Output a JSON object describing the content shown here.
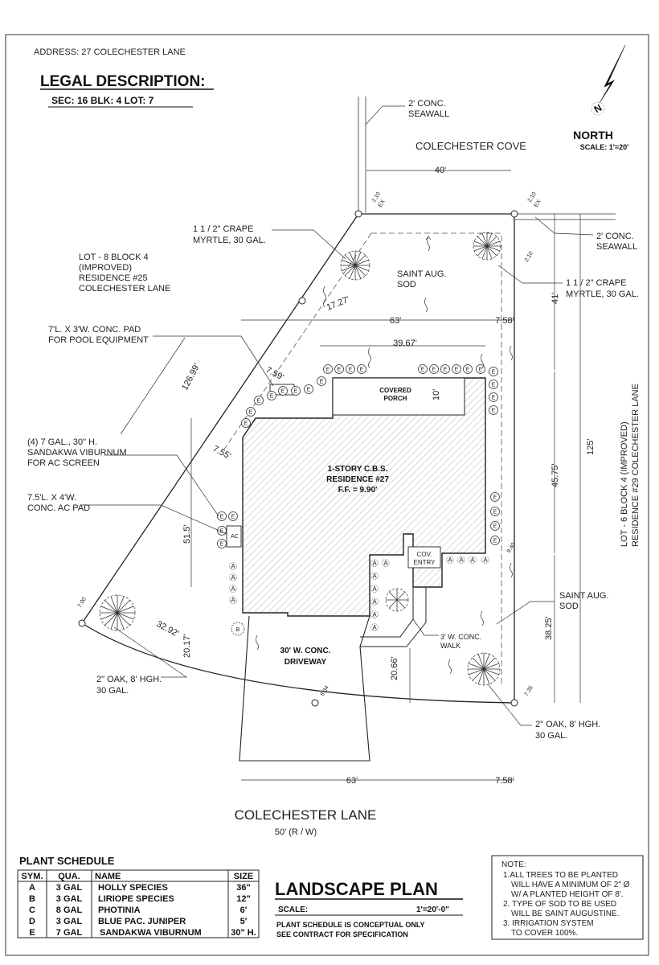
{
  "header": {
    "address": "ADDRESS: 27 COLECHESTER LANE",
    "legal_title": "LEGAL DESCRIPTION:",
    "legal_detail": "SEC: 16  BLK: 4  LOT: 7"
  },
  "north": {
    "label": "NORTH",
    "scale": "SCALE: 1'=20'",
    "letter": "N"
  },
  "streets": {
    "cove": "COLECHESTER COVE",
    "lane": "COLECHESTER LANE",
    "row": "50' (R / W)"
  },
  "callouts": {
    "seawall_top": [
      "2' CONC.",
      "SEAWALL"
    ],
    "seawall_right": [
      "2' CONC.",
      "SEAWALL"
    ],
    "crape_left": [
      "1 1 / 2\" CRAPE",
      "MYRTLE, 30 GAL."
    ],
    "crape_right": [
      "1 1 / 2\" CRAPE",
      "MYRTLE, 30 GAL."
    ],
    "lot8": [
      "LOT - 8 BLOCK 4",
      "(IMPROVED)",
      "RESIDENCE #25",
      "COLECHESTER LANE"
    ],
    "sod_top": [
      "SAINT AUG.",
      "SOD"
    ],
    "pool_pad": [
      "7'L. X 3'W. CONC. PAD",
      "FOR POOL EQUIPMENT"
    ],
    "viburnum": [
      "(4) 7 GAL., 30\" H.",
      "SANDAKWA VIBURNUM",
      "FOR AC SCREEN"
    ],
    "ac_pad": [
      "7.5'L. X 4'W.",
      "CONC. AC PAD"
    ],
    "lot6": [
      "LOT - 6 BLOCK 4 (IMPROVED)",
      "RESIDENCE #29 COLECHESTER LANE"
    ],
    "sod_right": [
      "SAINT AUG.",
      "SOD"
    ],
    "walk": [
      "3' W. CONC.",
      "WALK"
    ],
    "oak_left": [
      "2\" OAK, 8' HGH.",
      "30 GAL."
    ],
    "oak_right": [
      "2\" OAK, 8' HGH.",
      "30 GAL."
    ],
    "driveway": [
      "30' W. CONC.",
      "DRIVEWAY"
    ],
    "porch": [
      "COVERED",
      "PORCH"
    ],
    "entry": [
      "COV.",
      "ENTRY"
    ],
    "residence": [
      "1-STORY C.B.S.",
      "RESIDENCE #27",
      "F.F. = 9.90'"
    ],
    "ac": "AC"
  },
  "dimensions": {
    "d40": "40'",
    "d63_top": "63'",
    "d758_top": "7.58'",
    "d3967": "39.67'",
    "d1727": "17.27'",
    "d759": "7.59'",
    "d10": "10'",
    "d41": "41'",
    "d4575": "45.75'",
    "d125": "125'",
    "d3825": "38.25'",
    "d12699": "126.99'",
    "d755": "7.55'",
    "d515": "51.5'",
    "d3292": "32.92'",
    "d2017": "20.17'",
    "d2066": "20.66'",
    "d63_bot": "63'",
    "d758_bot": "7.58'"
  },
  "elevations": {
    "tl": [
      "2.10",
      "EX"
    ],
    "tr": [
      "2.10",
      "EX"
    ],
    "r1": "2.10",
    "r2": "9.40",
    "br": "7.35",
    "bm": "8.34",
    "bl": "7.00"
  },
  "plant_schedule": {
    "title": "PLANT SCHEDULE",
    "headers": [
      "SYM.",
      "QUA.",
      "NAME",
      "SIZE"
    ],
    "rows": [
      {
        "sym": "A",
        "qua": "3 GAL",
        "name": "HOLLY SPECIES",
        "size": "36\""
      },
      {
        "sym": "B",
        "qua": "3 GAL",
        "name": "LIRIOPE SPECIES",
        "size": "12\""
      },
      {
        "sym": "C",
        "qua": "8 GAL",
        "name": "PHOTINIA",
        "size": "6'"
      },
      {
        "sym": "D",
        "qua": "3 GAL",
        "name": "BLUE PAC. JUNIPER",
        "size": "5'"
      },
      {
        "sym": "E",
        "qua": "7 GAL",
        "name": "SANDAKWA VIBURNUM",
        "size": "30\" H."
      }
    ]
  },
  "title_block": {
    "title": "LANDSCAPE PLAN",
    "scale_label": "SCALE:",
    "scale_value": "1'=20'-0\"",
    "disclaimer": [
      "PLANT SCHEDULE IS CONCEPTUAL ONLY",
      "SEE CONTRACT FOR SPECIFICATION"
    ]
  },
  "notes": {
    "title": "NOTE:",
    "lines": [
      "1.ALL TREES TO BE PLANTED",
      "WILL HAVE A MINIMUM OF 2\" Ø",
      "W/ A PLANTED HEIGHT OF 8'.",
      "2. TYPE OF SOD TO BE USED",
      "WILL BE SAINT AUGUSTINE.",
      "3. IRRIGATION SYSTEM",
      "TO COVER 100%."
    ]
  },
  "colors": {
    "ink": "#222222",
    "paper": "#ffffff",
    "hatch": "#9a9a9a"
  }
}
